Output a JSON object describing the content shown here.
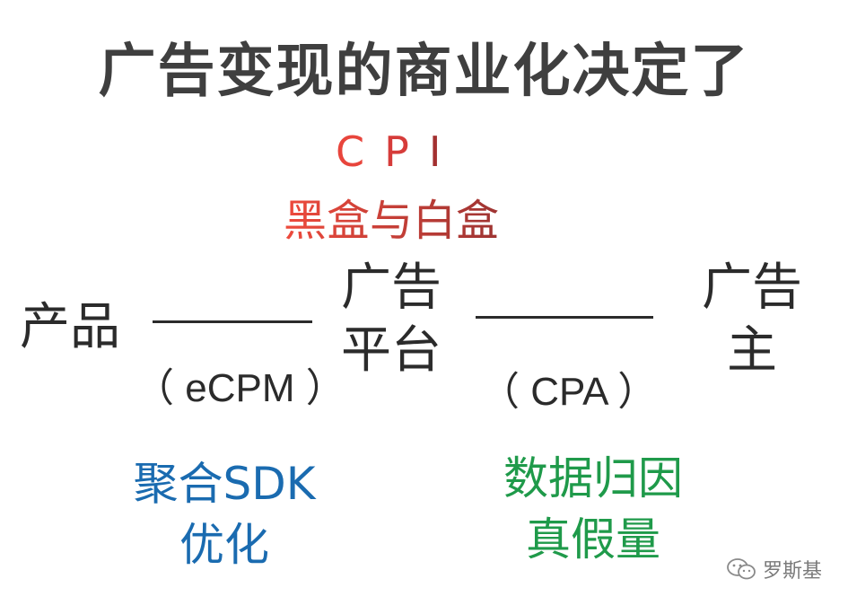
{
  "title": "广告变现的商业化决定了",
  "cpi": {
    "chars": [
      "C",
      "P",
      "I"
    ],
    "colors": [
      "#e8453c",
      "#d63c3a",
      "#a33030"
    ]
  },
  "black_white_box": {
    "text": "黑盒与白盒",
    "gradient": [
      "#ee4a3c",
      "#9e3432"
    ]
  },
  "nodes": {
    "product": "产品",
    "platform": [
      "广告",
      "平台"
    ],
    "advertiser": [
      "广告",
      "主"
    ]
  },
  "edges": {
    "product_platform": "（ eCPM ）",
    "platform_advertiser": "（ CPA ）"
  },
  "bottom_left": [
    "聚合SDK",
    "优化"
  ],
  "bottom_right": [
    "数据归因",
    "真假量"
  ],
  "watermark": "罗斯基",
  "colors": {
    "title": "#3f3f3f",
    "node": "#2b2b2b",
    "blue": "#1a6bb0",
    "green": "#1f9a4a",
    "watermark": "#7a7a7a"
  }
}
